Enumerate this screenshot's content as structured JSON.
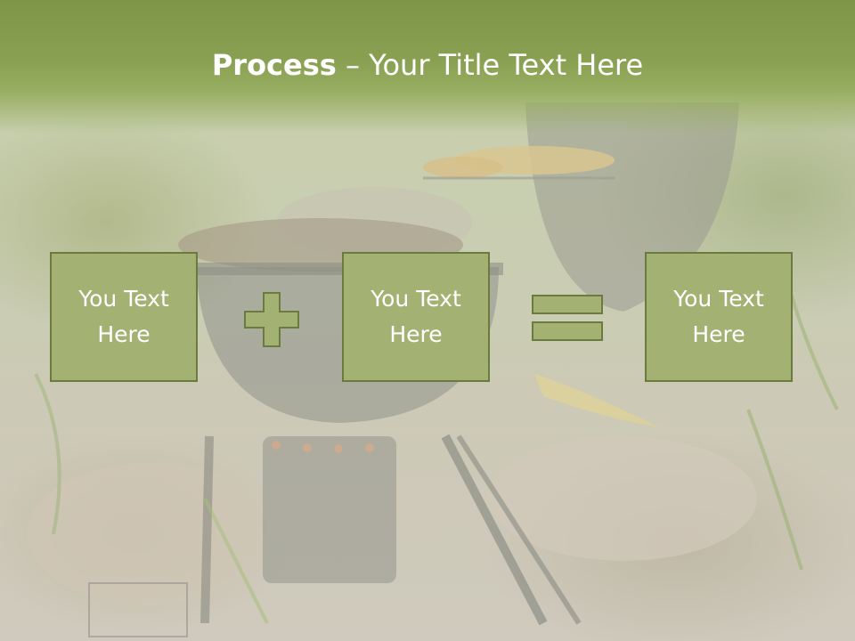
{
  "slide": {
    "title_bold": "Process",
    "title_dash": " – ",
    "title_rest": "Your Title Text Here",
    "box1_text": "You Text Here",
    "box2_text": "You Text Here",
    "box3_text": "You Text Here"
  },
  "icons": {
    "operator1": "plus-icon",
    "operator2": "equals-icon"
  },
  "colors": {
    "header": "#89a052",
    "box_fill": "#a3b173",
    "box_border": "#6b7b40",
    "text": "#ffffff"
  }
}
